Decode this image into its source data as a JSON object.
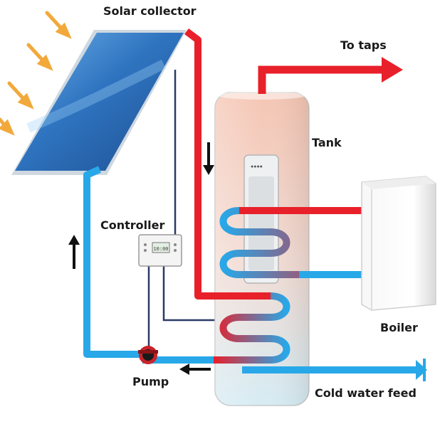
{
  "labels": {
    "solar_collector": "Solar collector",
    "to_taps": "To taps",
    "tank": "Tank",
    "controller": "Controller",
    "boiler": "Boiler",
    "pump": "Pump",
    "cold_water_feed": "Cold water feed"
  },
  "colors": {
    "hot_pipe": "#e8202a",
    "cold_pipe": "#28a8e8",
    "sun_ray": "#f2a93b",
    "control_wire": "#2b3a67",
    "collector_dark": "#1d4e8f",
    "collector_light": "#6fb2ea",
    "tank_top": "#f5c6b4",
    "tank_bottom": "#d6ecf4",
    "flow_arrow": "#111111",
    "pump_red": "#c8232b"
  },
  "icons": {
    "sun_rays": "sun-rays-icon",
    "flow_arrows": "flow-arrow-icon",
    "pump": "pump-icon",
    "controller": "controller-icon",
    "tank_logo": "tank-logo-icon"
  },
  "controller_display": "10:00"
}
